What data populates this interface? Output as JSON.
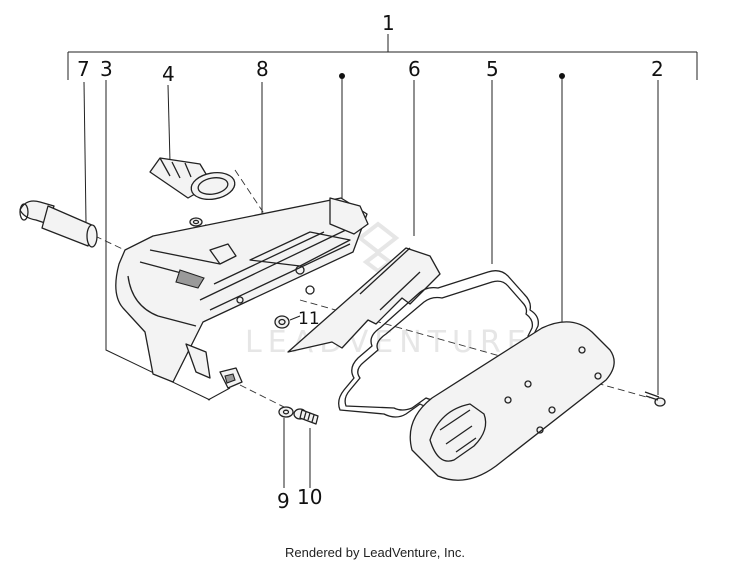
{
  "callouts": {
    "c1": "1",
    "c2": "2",
    "c3": "3",
    "c4": "4",
    "c5": "5",
    "c6": "6",
    "c7": "7",
    "c8": "8",
    "c9": "9",
    "c10": "10",
    "c11": "11"
  },
  "watermark": "LEADVENTURE",
  "footer": "Rendered by LeadVenture, Inc."
}
